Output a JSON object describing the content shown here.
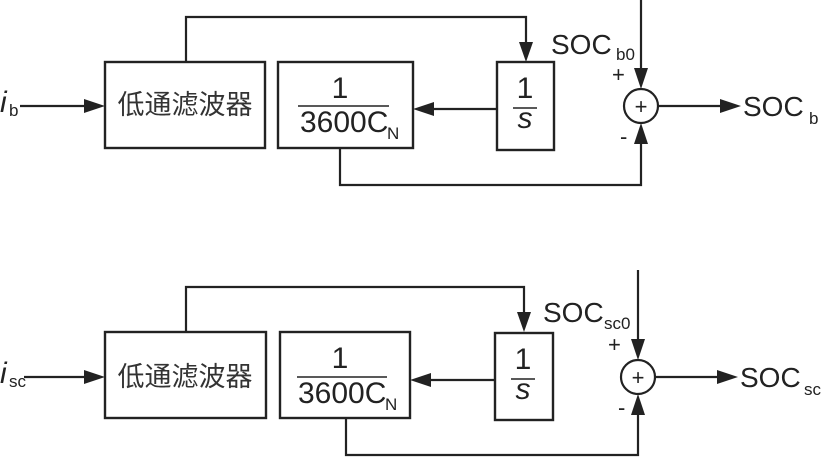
{
  "diagrams": [
    {
      "id": "battery",
      "input_label": {
        "main": "i",
        "sub": "b"
      },
      "lpf_label": "低通滤波器",
      "gain_block": {
        "numerator": "1",
        "denominator_main": "3600C",
        "denominator_sub": "N"
      },
      "integrator_block": {
        "numerator": "1",
        "denominator": "s"
      },
      "initial_label": {
        "main": "SOC",
        "sub": "b0"
      },
      "sum_symbol": "+",
      "plus_sign": "+",
      "minus_sign": "-",
      "output_label": {
        "main": "SOC",
        "sub": "b"
      }
    },
    {
      "id": "supercapacitor",
      "input_label": {
        "main": "i",
        "sub": "sc"
      },
      "lpf_label": "低通滤波器",
      "gain_block": {
        "numerator": "1",
        "denominator_main": "3600C",
        "denominator_sub": "N"
      },
      "integrator_block": {
        "numerator": "1",
        "denominator": "s"
      },
      "initial_label": {
        "main": "SOC",
        "sub": "sc0"
      },
      "sum_symbol": "+",
      "plus_sign": "+",
      "minus_sign": "-",
      "output_label": {
        "main": "SOC",
        "sub": "sc"
      }
    }
  ]
}
